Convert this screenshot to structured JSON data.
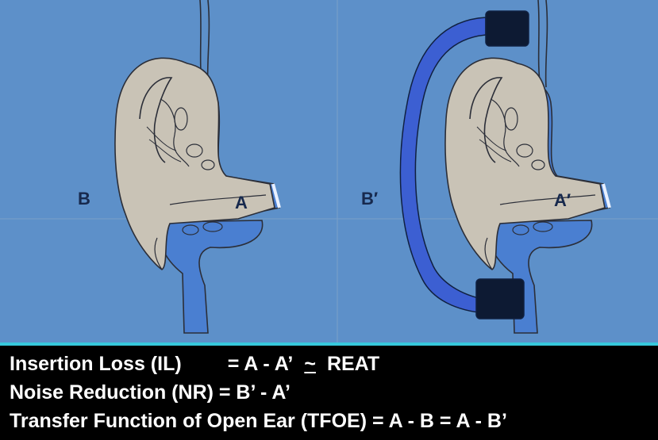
{
  "figure": {
    "labels": {
      "open_ear_outside": "B",
      "open_ear_canal": "A",
      "occluded_outside": "B′",
      "occluded_canal": "A′"
    }
  },
  "equations": {
    "line1": {
      "lhs": "Insertion Loss (IL)",
      "rhs_pre": "= A - A’",
      "approx": "~",
      "rhs_post": "REAT"
    },
    "line2": "Noise Reduction (NR) = B’ - A’",
    "line3": "Transfer Function of Open Ear (TFOE) = A - B = A - B’"
  },
  "colors": {
    "background": "#5d90c9",
    "ear": "#c9c3b6",
    "tissue": "#4a7fd1",
    "earmuff": "#3c5fd2",
    "cushion": "#0d1a33",
    "divider": "#37c8dc",
    "text": "#ffffff"
  }
}
